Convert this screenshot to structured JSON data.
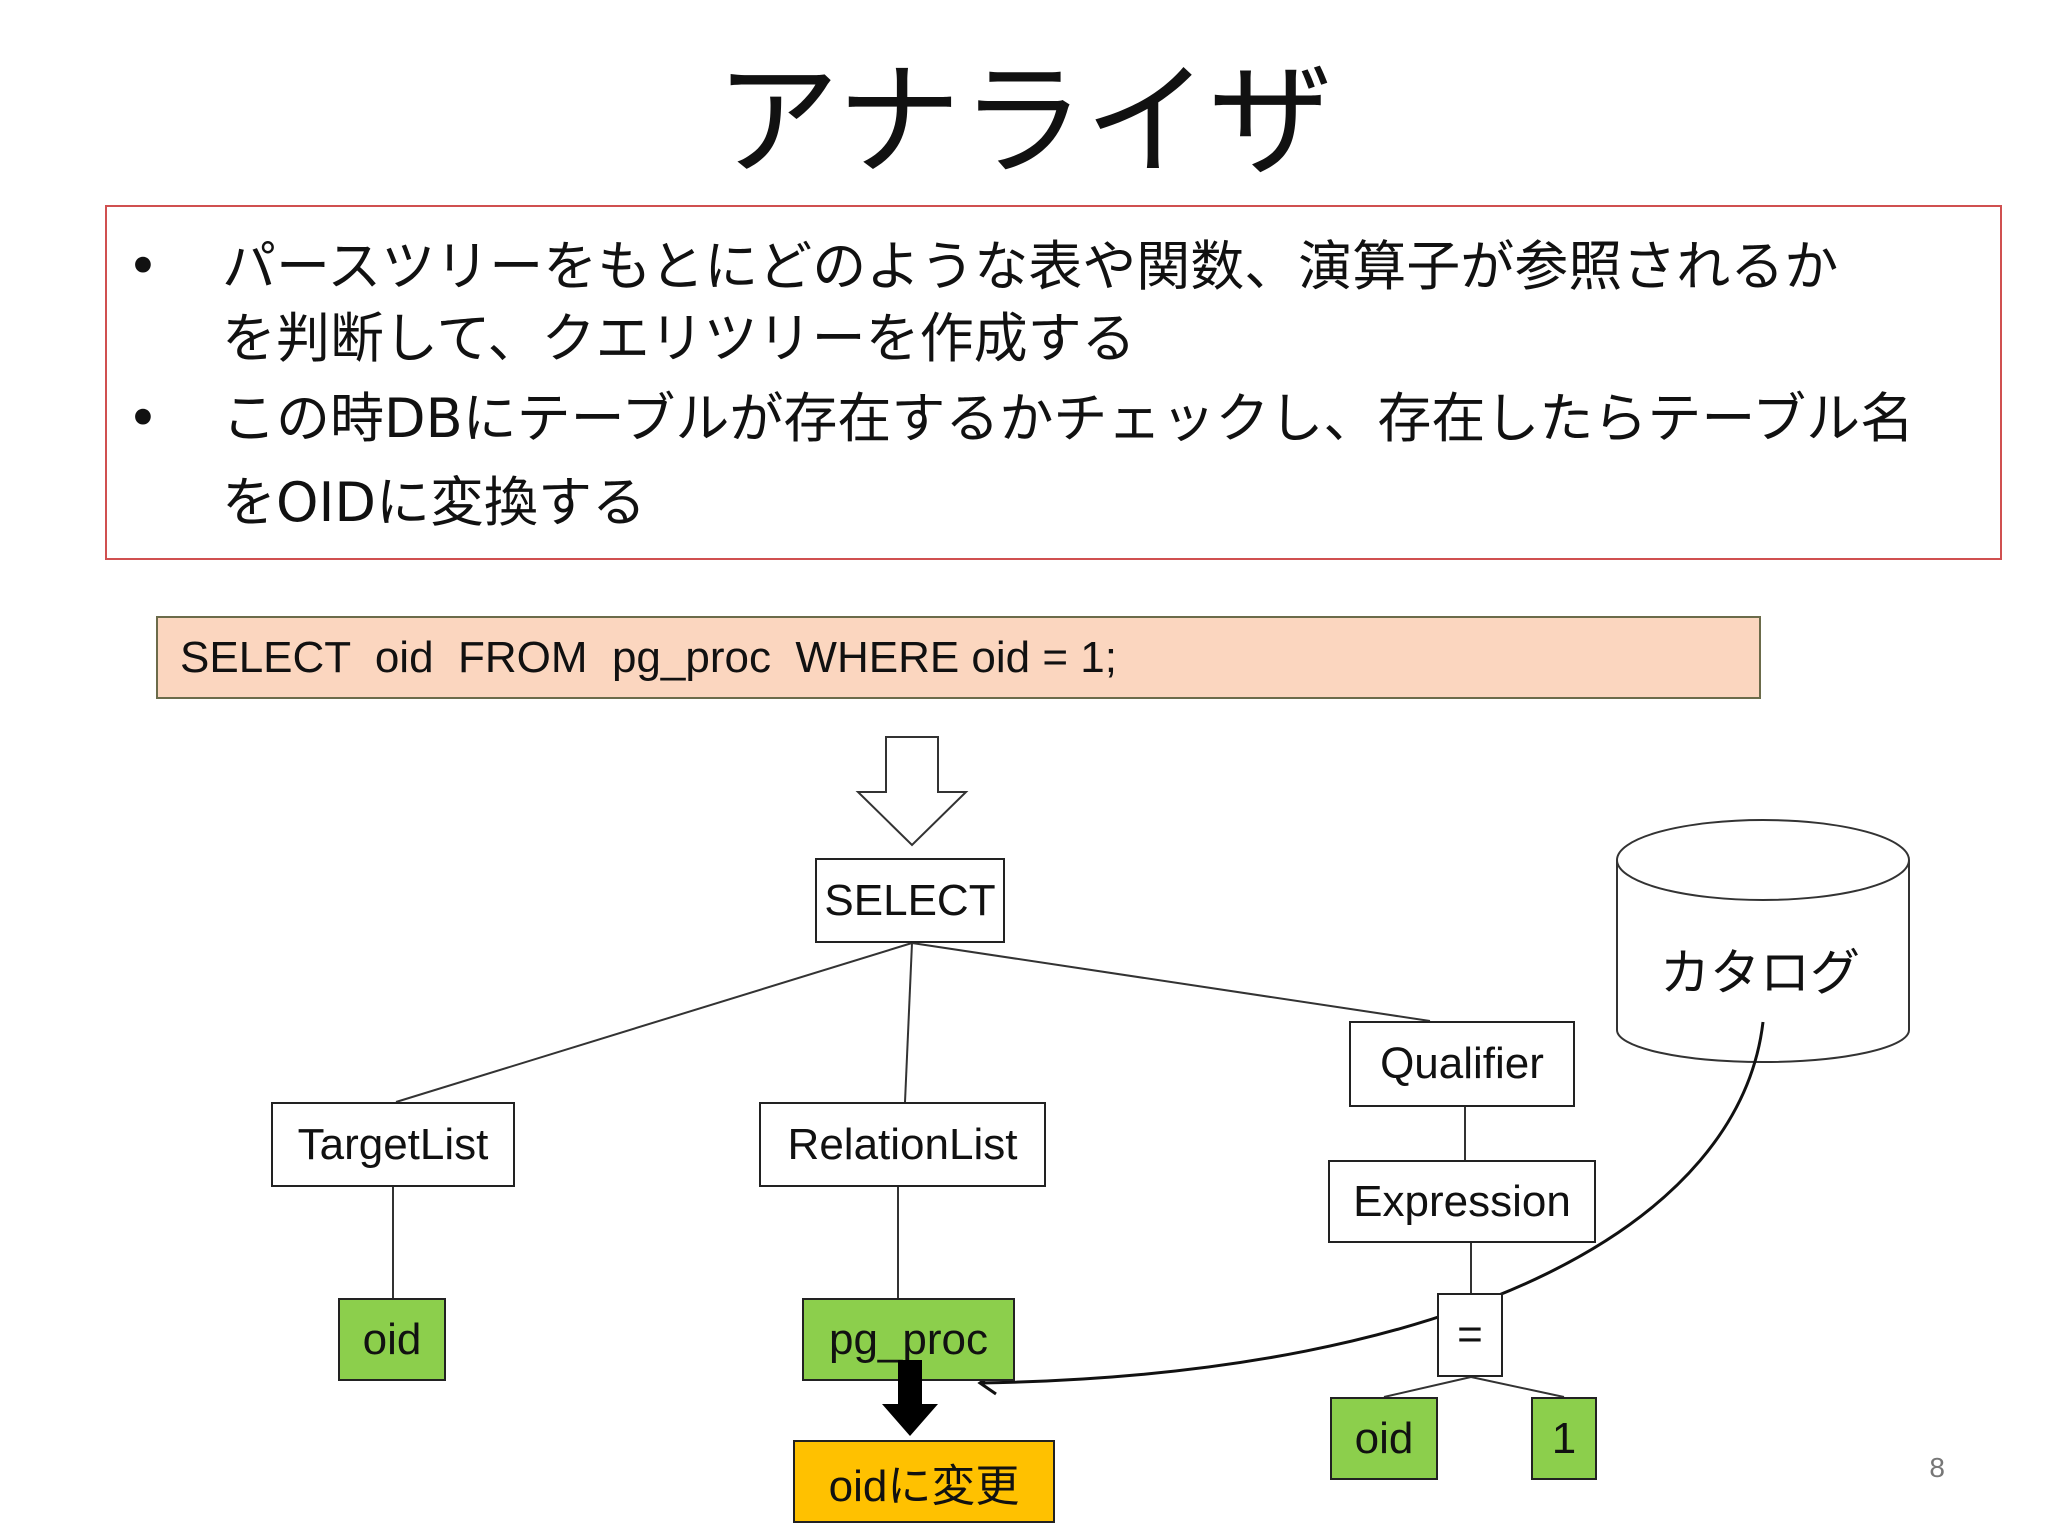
{
  "slide": {
    "title": "アナライザ",
    "page_number": "8"
  },
  "bullets": [
    {
      "marker": "•",
      "line1": "パースツリーをもとにどのような表や関数、演算子が参照されるか",
      "line2": "を判断して、クエリツリーを作成する"
    },
    {
      "marker": "•",
      "line1": "この時DBにテーブルが存在するかチェックし、存在したらテーブル名",
      "line2": "をOIDに変換する"
    }
  ],
  "sql": "SELECT  oid  FROM  pg_proc  WHERE oid = 1;",
  "tree": {
    "root": "SELECT",
    "target_list": "TargetList",
    "relation_list": "RelationList",
    "qualifier": "Qualifier",
    "expression": "Expression",
    "operator": "=",
    "target_oid": "oid",
    "relation_pg_proc": "pg_proc",
    "expr_oid": "oid",
    "expr_value": "1",
    "change_label": "oidに変更"
  },
  "catalog": "カタログ",
  "colors": {
    "highlight_green": "#8ccf4c",
    "highlight_orange": "#ffc100",
    "sql_background": "#fbd6bf",
    "bullet_border": "#d05050"
  }
}
